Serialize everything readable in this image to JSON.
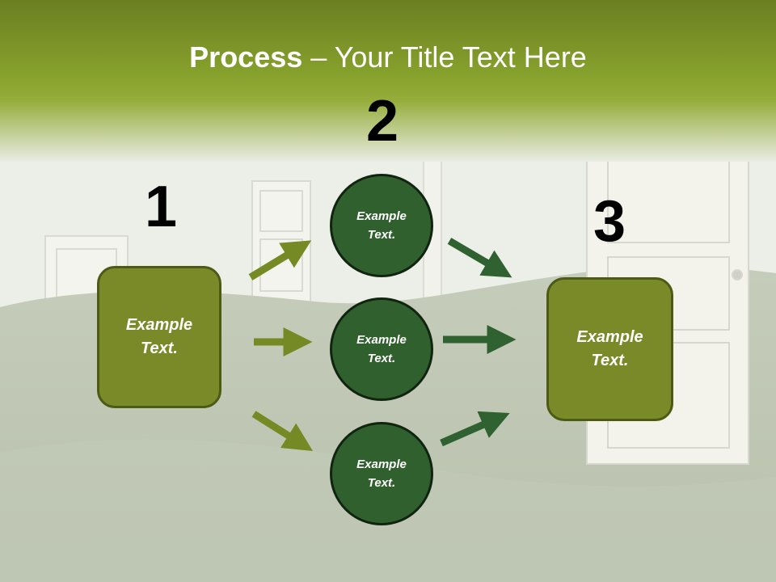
{
  "slide": {
    "title_bold": "Process",
    "title_rest": " – Your Title Text Here",
    "steps": {
      "one": "1",
      "two": "2",
      "three": "3"
    },
    "left_box": "Example Text.",
    "right_box": "Example Text.",
    "circles": [
      "Example Text.",
      "Example Text.",
      "Example Text."
    ]
  },
  "colors": {
    "header_green": "#86a02c",
    "box_fill": "#7a8a28",
    "circle_fill": "#31602f",
    "arrow_light": "#758a24",
    "arrow_dark": "#2f6230"
  }
}
